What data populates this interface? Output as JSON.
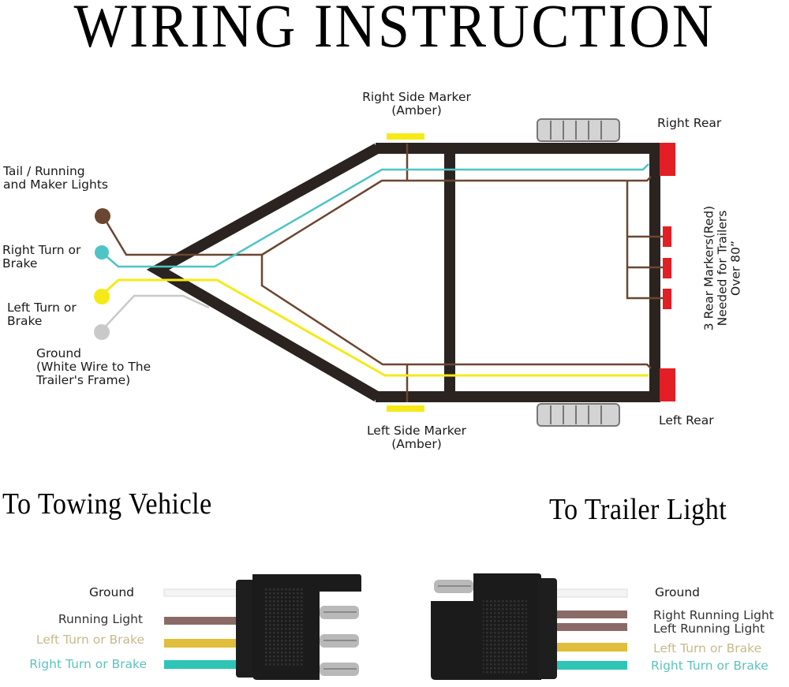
{
  "title": "WIRING INSTRUCTION",
  "colors": {
    "frame": "#2a2320",
    "brown_wire": "#6b4630",
    "teal_wire": "#4ec4c4",
    "yellow_wire": "#f5ea17",
    "gray_wire": "#c9c9c9",
    "amber_marker": "#f5ea17",
    "red_light": "#e31e24",
    "fender": "#d3d3d3",
    "connector_body": "#1b1b1b",
    "label_tan": "#c8b98a",
    "label_teal": "#5cc2be"
  },
  "wire_labels": {
    "tail_running": [
      "Tail / Running",
      "and Maker Lights"
    ],
    "right_turn": [
      "Right Turn or",
      "Brake"
    ],
    "left_turn": [
      "Left Turn or",
      "Brake"
    ],
    "ground": [
      "Ground",
      "(White Wire to The",
      "Trailer's Frame)"
    ]
  },
  "light_labels": {
    "right_side_marker": [
      "Right Side Marker",
      "(Amber)"
    ],
    "left_side_marker": [
      "Left Side Marker",
      "(Amber)"
    ],
    "right_rear": "Right Rear",
    "left_rear": "Left Rear",
    "rear_markers_note": [
      "3 Rear Markers(Red)",
      "Needed for Trailers",
      "Over  80”"
    ]
  },
  "sections": {
    "towing_vehicle": "To Towing Vehicle",
    "trailer_light": "To Trailer Light"
  },
  "towing_connector": {
    "wires": [
      {
        "label": "Ground",
        "color": "#f4f4f4",
        "label_color": "#1a1a1a"
      },
      {
        "label": "Running Light",
        "color": "#8a6a66",
        "label_color": "#333333"
      },
      {
        "label": "Left Turn or Brake",
        "color": "#e0bd3a",
        "label_color": "#c8b98a"
      },
      {
        "label": "Right Turn or Brake",
        "color": "#2ec4b6",
        "label_color": "#5cc2be"
      }
    ]
  },
  "trailer_connector": {
    "wires": [
      {
        "label": "Ground",
        "color": "#f4f4f4",
        "label_color": "#1a1a1a"
      },
      {
        "label": "Right Running Light",
        "color": "#8a6a66",
        "label_color": "#333333"
      },
      {
        "label": "Left Running Light",
        "color": "#8a6a66",
        "label_color": "#333333"
      },
      {
        "label": "Left Turn or Brake",
        "color": "#e0bd3a",
        "label_color": "#c8b98a"
      },
      {
        "label": "Right Turn or Brake",
        "color": "#2ec4b6",
        "label_color": "#5cc2be"
      }
    ]
  }
}
